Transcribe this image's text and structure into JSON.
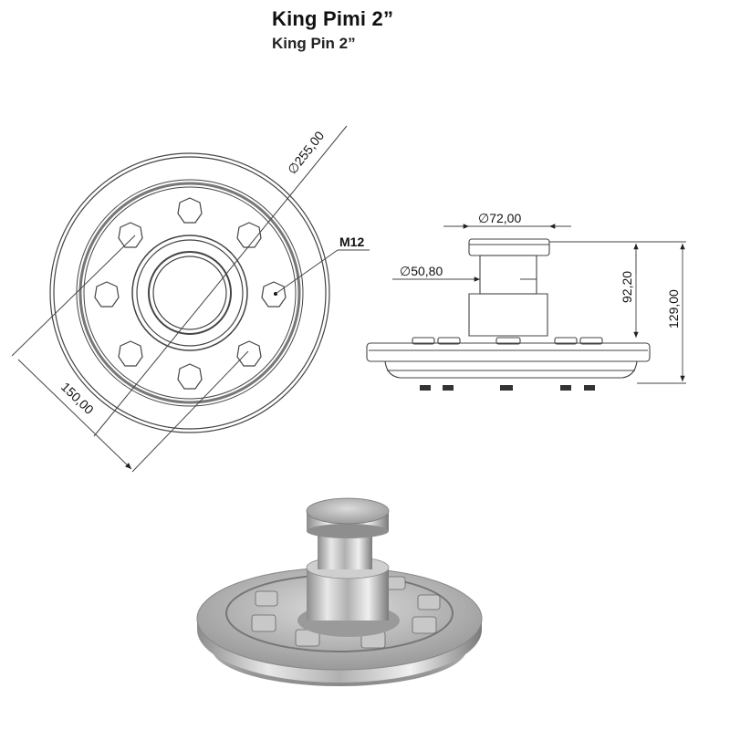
{
  "header": {
    "title": "King Pimi 2”",
    "subtitle": "King Pin 2”"
  },
  "top_view": {
    "dimensions": {
      "outer_diameter": "∅255,00",
      "bolt_circle": "150,00",
      "bolt_thread": "M12"
    },
    "bolt_count": 8
  },
  "side_view": {
    "dimensions": {
      "head_diameter": "∅72,00",
      "pin_diameter": "∅50,80",
      "pin_height": "92,20",
      "total_height": "129,00"
    }
  },
  "render_view": {
    "description": "3D render of king pin assembly"
  },
  "colors": {
    "line": "#444444",
    "text": "#111111",
    "metal_light": "#e6e6e6",
    "metal_mid": "#b5b5b5",
    "metal_dark": "#6e6e6e"
  }
}
